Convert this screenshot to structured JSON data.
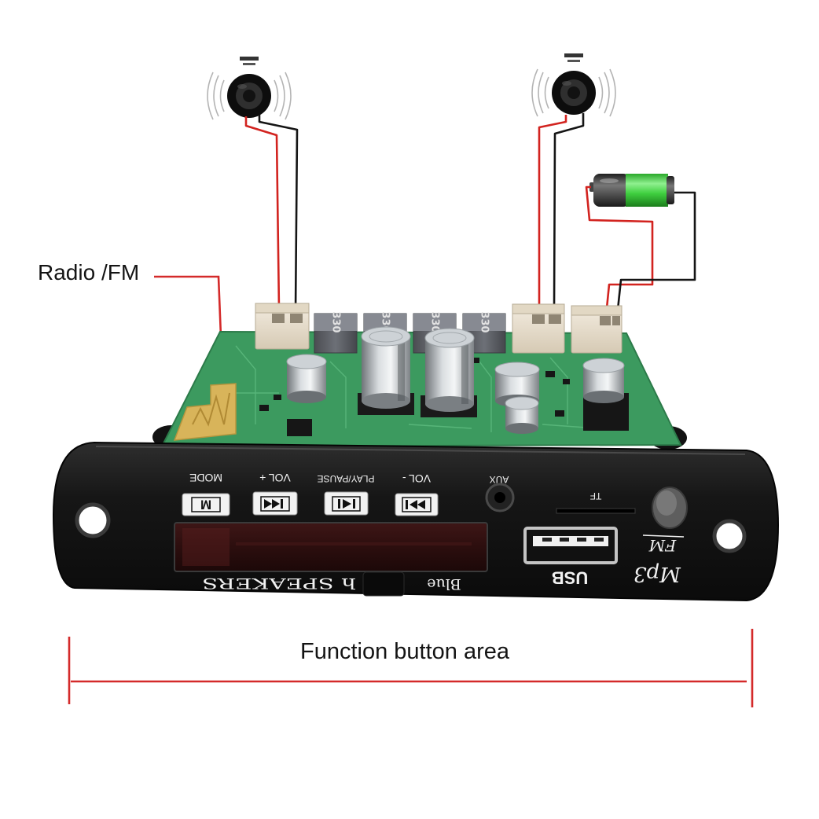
{
  "annotations": {
    "radio_fm_label": "Radio /FM",
    "function_button_area_label": "Function button area",
    "annotation_color": "#d42a2a"
  },
  "pcb": {
    "inductor_label": "330",
    "board_color": "#3c9a5f",
    "antenna_color": "#d8b45a"
  },
  "front_panel": {
    "button_labels": {
      "mode": "MODE",
      "vol_plus": "VOL +",
      "play_pause": "PLAY/PAUSE",
      "vol_minus": "VOL -"
    },
    "mode_button_glyph": "M",
    "aux_label": "AUX",
    "tf_label": "TF",
    "usb_label": "USB",
    "logo": {
      "mp3": "Mp3",
      "fm": "FM"
    },
    "brand_text": {
      "visible_right": "Blue",
      "visible_left": "h SPEAKERS"
    },
    "panel_color": "#151515"
  },
  "wiring": {
    "positive_color": "#d2231f",
    "negative_color": "#151515"
  },
  "icons": [
    "speaker-icon",
    "speaker-icon",
    "battery-icon"
  ]
}
